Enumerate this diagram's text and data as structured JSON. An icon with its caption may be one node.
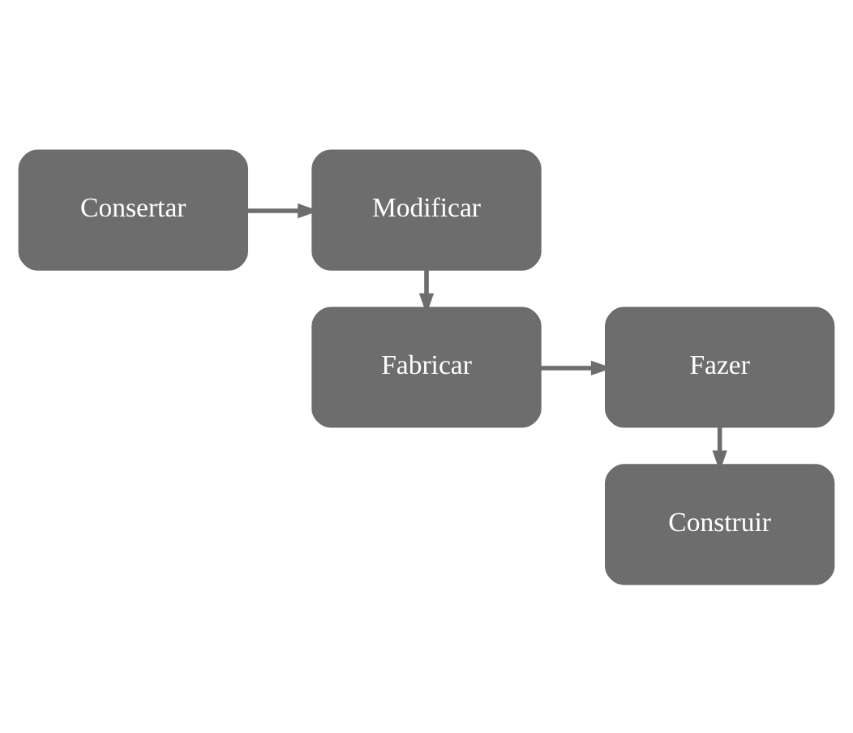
{
  "diagram": {
    "nodes": [
      {
        "text": [
          "Consertar"
        ]
      },
      {
        "text": [
          "Modificar"
        ]
      },
      {
        "text": [
          "Fabricar"
        ]
      },
      {
        "text": [
          "Fazer"
        ]
      },
      {
        "text": [
          "Construir"
        ]
      }
    ],
    "edges": [
      {
        "from": 0,
        "to": 1,
        "arrow": "to"
      },
      {
        "from": 1,
        "to": 2,
        "arrow": "to"
      },
      {
        "from": 2,
        "to": 3,
        "arrow": "to"
      },
      {
        "from": 3,
        "to": 4,
        "arrow": "to"
      }
    ]
  }
}
